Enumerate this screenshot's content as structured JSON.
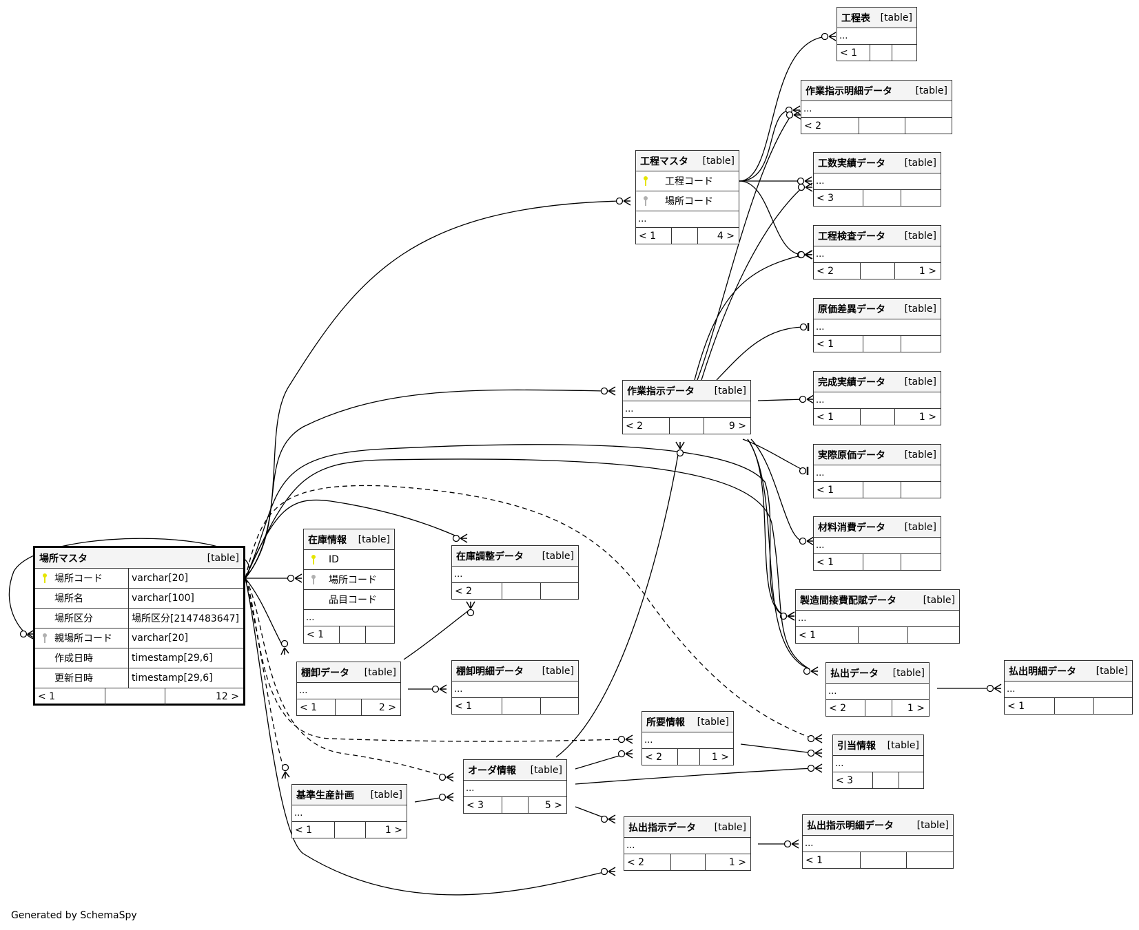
{
  "footer": {
    "generated_by": "Generated by SchemaSpy"
  },
  "colors": {
    "primary_key": "#e5e500",
    "foreign_key": "#b0b0b0",
    "header_bg": "#f4f4f4",
    "line": "#000000"
  },
  "tables": {
    "basho_master": {
      "name": "場所マスタ",
      "type": "[table]",
      "columns": [
        {
          "name": "場所コード",
          "type": "varchar[20]",
          "key": "primary-key"
        },
        {
          "name": "場所名",
          "type": "varchar[100]",
          "key": ""
        },
        {
          "name": "場所区分",
          "type": "場所区分[2147483647]",
          "key": ""
        },
        {
          "name": "親場所コード",
          "type": "varchar[20]",
          "key": "foreign-key"
        },
        {
          "name": "作成日時",
          "type": "timestamp[29,6]",
          "key": ""
        },
        {
          "name": "更新日時",
          "type": "timestamp[29,6]",
          "key": ""
        }
      ],
      "parents": "< 1",
      "children": "12 >"
    },
    "koutei_master": {
      "name": "工程マスタ",
      "type": "[table]",
      "columns": [
        {
          "name": "工程コード",
          "key": "primary-key"
        },
        {
          "name": "場所コード",
          "key": "foreign-key"
        }
      ],
      "more": "...",
      "parents": "< 1",
      "children": "4 >"
    },
    "zaiko_jouhou": {
      "name": "在庫情報",
      "type": "[table]",
      "columns": [
        {
          "name": "ID",
          "key": "primary-key"
        },
        {
          "name": "場所コード",
          "key": "foreign-key"
        },
        {
          "name": "品目コード",
          "key": ""
        }
      ],
      "more": "...",
      "parents": "< 1",
      "children": ""
    },
    "kouteihyou": {
      "name": "工程表",
      "type": "[table]",
      "more": "...",
      "parents": "< 1",
      "children": ""
    },
    "sagyou_shiji_meisai": {
      "name": "作業指示明細データ",
      "type": "[table]",
      "more": "...",
      "parents": "< 2",
      "children": ""
    },
    "kousuu_jisseki": {
      "name": "工数実績データ",
      "type": "[table]",
      "more": "...",
      "parents": "< 3",
      "children": ""
    },
    "koutei_kensa": {
      "name": "工程検査データ",
      "type": "[table]",
      "more": "...",
      "parents": "< 2",
      "children": "1 >"
    },
    "genka_sai": {
      "name": "原価差異データ",
      "type": "[table]",
      "more": "...",
      "parents": "< 1",
      "children": ""
    },
    "sagyou_shiji": {
      "name": "作業指示データ",
      "type": "[table]",
      "more": "...",
      "parents": "< 2",
      "children": "9 >"
    },
    "kansei_jisseki": {
      "name": "完成実績データ",
      "type": "[table]",
      "more": "...",
      "parents": "< 1",
      "children": "1 >"
    },
    "jissai_genka": {
      "name": "実際原価データ",
      "type": "[table]",
      "more": "...",
      "parents": "< 1",
      "children": ""
    },
    "zairyou_shouhi": {
      "name": "材料消費データ",
      "type": "[table]",
      "more": "...",
      "parents": "< 1",
      "children": ""
    },
    "seizou_kansetsu": {
      "name": "製造間接費配賦データ",
      "type": "[table]",
      "more": "...",
      "parents": "< 1",
      "children": ""
    },
    "zaiko_chousei": {
      "name": "在庫調整データ",
      "type": "[table]",
      "more": "...",
      "parents": "< 2",
      "children": ""
    },
    "tanaoroshi": {
      "name": "棚卸データ",
      "type": "[table]",
      "more": "...",
      "parents": "< 1",
      "children": "2 >"
    },
    "tanaoroshi_meisai": {
      "name": "棚卸明細データ",
      "type": "[table]",
      "more": "...",
      "parents": "< 1",
      "children": ""
    },
    "haraidashi": {
      "name": "払出データ",
      "type": "[table]",
      "more": "...",
      "parents": "< 2",
      "children": "1 >"
    },
    "haraidashi_meisai": {
      "name": "払出明細データ",
      "type": "[table]",
      "more": "...",
      "parents": "< 1",
      "children": ""
    },
    "shoyou_jouhou": {
      "name": "所要情報",
      "type": "[table]",
      "more": "...",
      "parents": "< 2",
      "children": "1 >"
    },
    "hikiate_jouhou": {
      "name": "引当情報",
      "type": "[table]",
      "more": "...",
      "parents": "< 3",
      "children": ""
    },
    "order_jouhou": {
      "name": "オーダ情報",
      "type": "[table]",
      "more": "...",
      "parents": "< 3",
      "children": "5 >"
    },
    "kijun_seisan": {
      "name": "基準生産計画",
      "type": "[table]",
      "more": "...",
      "parents": "< 1",
      "children": "1 >"
    },
    "haraidashi_shiji": {
      "name": "払出指示データ",
      "type": "[table]",
      "more": "...",
      "parents": "< 2",
      "children": "1 >"
    },
    "haraidashi_shiji_meisai": {
      "name": "払出指示明細データ",
      "type": "[table]",
      "more": "...",
      "parents": "< 1",
      "children": ""
    }
  },
  "relationships": [
    {
      "from": "場所マスタ",
      "to": "場所マスタ",
      "style": "solid",
      "cardinality": "zero-or-many"
    },
    {
      "from": "場所マスタ",
      "to": "工程マスタ",
      "style": "solid",
      "cardinality": "zero-or-many"
    },
    {
      "from": "場所マスタ",
      "to": "作業指示データ",
      "style": "solid",
      "cardinality": "zero-or-many"
    },
    {
      "from": "場所マスタ",
      "to": "在庫情報",
      "style": "solid",
      "cardinality": "zero-or-many"
    },
    {
      "from": "場所マスタ",
      "to": "在庫調整データ",
      "style": "solid",
      "cardinality": "zero-or-many"
    },
    {
      "from": "場所マスタ",
      "to": "製造間接費配賦データ",
      "style": "solid",
      "cardinality": "zero-or-many"
    },
    {
      "from": "場所マスタ",
      "to": "引当情報",
      "style": "dashed",
      "cardinality": "zero-or-many"
    },
    {
      "from": "場所マスタ",
      "to": "棚卸データ",
      "style": "solid",
      "cardinality": "zero-or-many"
    },
    {
      "from": "場所マスタ",
      "to": "所要情報",
      "style": "dashed",
      "cardinality": "zero-or-many"
    },
    {
      "from": "場所マスタ",
      "to": "オーダ情報",
      "style": "dashed",
      "cardinality": "zero-or-many"
    },
    {
      "from": "場所マスタ",
      "to": "基準生産計画",
      "style": "dashed",
      "cardinality": "zero-or-many"
    },
    {
      "from": "場所マスタ",
      "to": "払出指示データ",
      "style": "solid",
      "cardinality": "zero-or-many"
    },
    {
      "from": "工程マスタ",
      "to": "工程表",
      "style": "solid",
      "cardinality": "zero-or-many"
    },
    {
      "from": "工程マスタ",
      "to": "作業指示明細データ",
      "style": "solid",
      "cardinality": "zero-or-many"
    },
    {
      "from": "工程マスタ",
      "to": "工数実績データ",
      "style": "solid",
      "cardinality": "zero-or-many"
    },
    {
      "from": "工程マスタ",
      "to": "工程検査データ",
      "style": "solid",
      "cardinality": "zero-or-many"
    },
    {
      "from": "作業指示データ",
      "to": "作業指示明細データ",
      "style": "solid",
      "cardinality": "zero-or-many"
    },
    {
      "from": "作業指示データ",
      "to": "工数実績データ",
      "style": "solid",
      "cardinality": "zero-or-many"
    },
    {
      "from": "作業指示データ",
      "to": "工程検査データ",
      "style": "solid",
      "cardinality": "zero-or-many"
    },
    {
      "from": "作業指示データ",
      "to": "原価差異データ",
      "style": "solid",
      "cardinality": "zero-or-one"
    },
    {
      "from": "作業指示データ",
      "to": "完成実績データ",
      "style": "solid",
      "cardinality": "zero-or-many"
    },
    {
      "from": "作業指示データ",
      "to": "実際原価データ",
      "style": "solid",
      "cardinality": "zero-or-one"
    },
    {
      "from": "作業指示データ",
      "to": "材料消費データ",
      "style": "solid",
      "cardinality": "zero-or-many"
    },
    {
      "from": "作業指示データ",
      "to": "製造間接費配賦データ",
      "style": "solid",
      "cardinality": "zero-or-many"
    },
    {
      "from": "作業指示データ",
      "to": "払出データ",
      "style": "solid",
      "cardinality": "zero-or-many"
    },
    {
      "from": "オーダ情報",
      "to": "作業指示データ",
      "style": "solid",
      "cardinality": "zero-or-many"
    },
    {
      "from": "棚卸データ",
      "to": "在庫調整データ",
      "style": "solid",
      "cardinality": "zero-or-many"
    },
    {
      "from": "棚卸データ",
      "to": "棚卸明細データ",
      "style": "solid",
      "cardinality": "zero-or-many"
    },
    {
      "from": "払出データ",
      "to": "払出明細データ",
      "style": "solid",
      "cardinality": "zero-or-many"
    },
    {
      "from": "所要情報",
      "to": "引当情報",
      "style": "solid",
      "cardinality": "zero-or-many"
    },
    {
      "from": "オーダ情報",
      "to": "所要情報",
      "style": "solid",
      "cardinality": "zero-or-many"
    },
    {
      "from": "オーダ情報",
      "to": "引当情報",
      "style": "solid",
      "cardinality": "zero-or-many"
    },
    {
      "from": "オーダ情報",
      "to": "払出指示データ",
      "style": "solid",
      "cardinality": "zero-or-many"
    },
    {
      "from": "基準生産計画",
      "to": "オーダ情報",
      "style": "solid",
      "cardinality": "zero-or-many"
    },
    {
      "from": "払出指示データ",
      "to": "払出指示明細データ",
      "style": "solid",
      "cardinality": "zero-or-many"
    },
    {
      "from": "場所マスタ",
      "to": "払出データ",
      "style": "solid",
      "cardinality": "zero-or-many"
    }
  ]
}
